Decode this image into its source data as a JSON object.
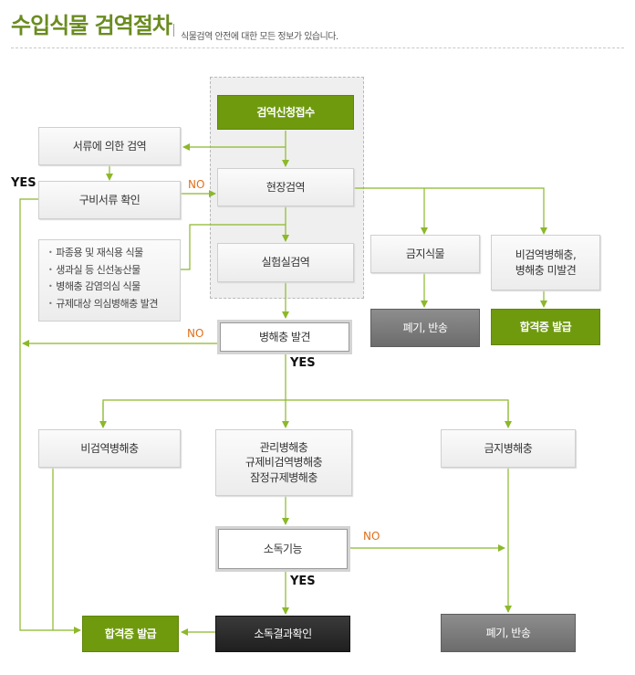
{
  "header": {
    "title": "수입식물 검역절차",
    "subtitle": "식물검역 안전에 대한 모든 정보가 있습니다."
  },
  "nodes": {
    "quarantine_request": "검역신청접수",
    "document_inspection": "서류에 의한 검역",
    "document_check": "구비서류 확인",
    "onsite_inspection": "현장검역",
    "lab_inspection": "실험실검역",
    "prohibited_plant": "금지식물",
    "non_quarantine_pest_not_found": "비검역병해충,\n병해충 미발견",
    "discard_return_1": "폐기, 반송",
    "pass_certificate_1": "합격증 발급",
    "pest_found": "병해충 발견",
    "non_quarantine_pest": "비검역병해충",
    "managed_pests": "관리병해충\n규제비검역병해충\n잠정규제병해충",
    "prohibited_pest": "금지병해충",
    "disinfection_possible": "소독기능",
    "pass_certificate_2": "합격증 발급",
    "disinfection_result_check": "소독결과확인",
    "discard_return_2": "폐기, 반송"
  },
  "lab_targets": [
    "파종용 및 재식용 식물",
    "생과실 등 신선농산물",
    "병해충 감염의심 식물",
    "규제대상 의심병해충 발견"
  ],
  "labels": {
    "yes": "YES",
    "no": "NO"
  },
  "colors": {
    "arrow": "#8cb82a",
    "green_box": "#6f9a0e",
    "title": "#6a8c1f",
    "no_label": "#e0701a"
  }
}
